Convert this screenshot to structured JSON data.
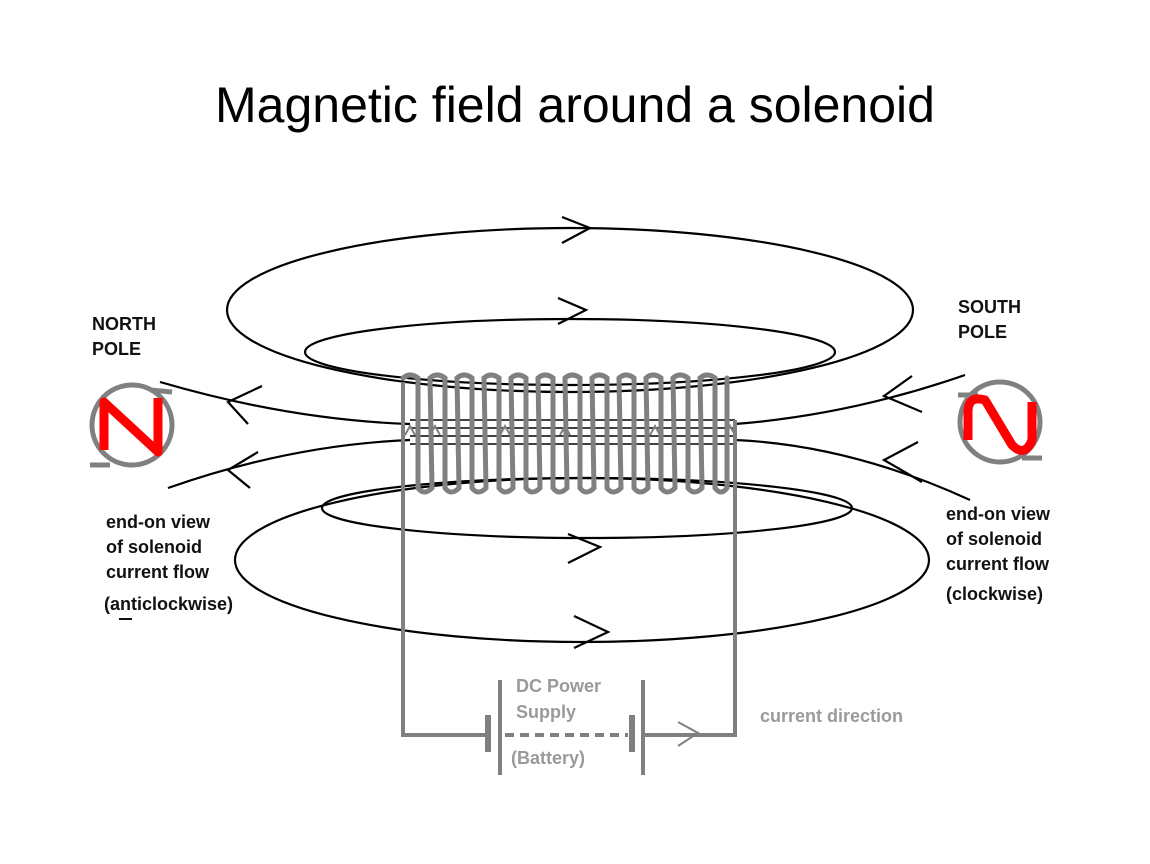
{
  "title": "Magnetic field around a solenoid",
  "labels": {
    "north_pole": [
      "NORTH",
      "POLE"
    ],
    "south_pole": [
      "SOUTH",
      "POLE"
    ],
    "left_desc": [
      "end-on view",
      "of solenoid",
      "current flow",
      "(anticlockwise)"
    ],
    "right_desc": [
      "end-on view",
      "of solenoid",
      "current flow",
      "(clockwise)"
    ],
    "power_supply": [
      "DC Power",
      "Supply"
    ],
    "battery": "(Battery)",
    "current_direction": "current direction"
  },
  "colors": {
    "field_lines": "#000000",
    "coil": "#808080",
    "pole_letters": "#ff0000",
    "grey_text": "#9a9a9a"
  }
}
